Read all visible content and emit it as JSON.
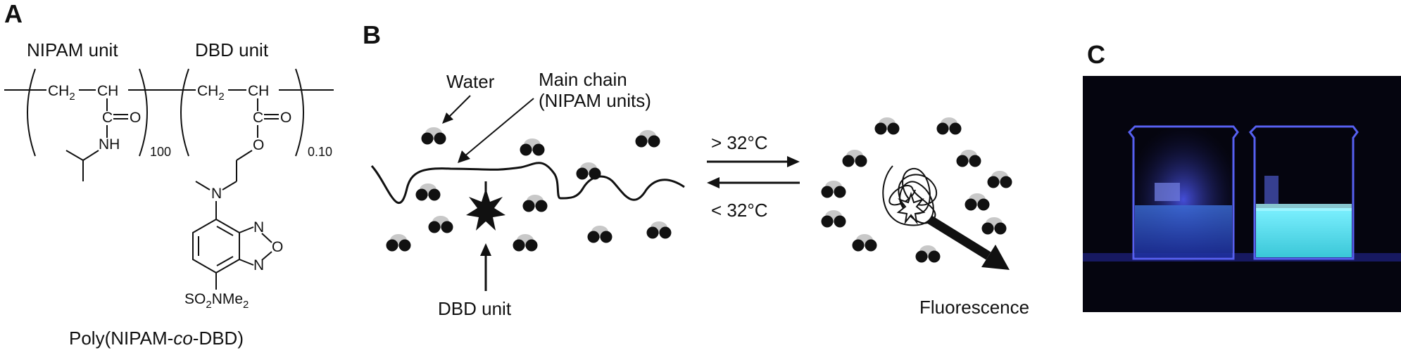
{
  "panels": {
    "a": "A",
    "b": "B",
    "c": "C"
  },
  "panel_a": {
    "nipam_unit_label": "NIPAM unit",
    "dbd_unit_label": "DBD unit",
    "ch2": "CH",
    "ch2_sub": "2",
    "ch": "CH",
    "carbonyl_c": "C",
    "carbonyl_o": "O",
    "nh": "NH",
    "ester_o": "O",
    "subscript_nipam": "100",
    "subscript_dbd": "0.10",
    "amine_n": "N",
    "ring_n_top": "N",
    "ring_o": "O",
    "ring_n_bottom": "N",
    "sulfonamide_prefix": "SO",
    "sulfonamide_sub1": "2",
    "sulfonamide_mid": "NMe",
    "sulfonamide_sub2": "2",
    "polymer_prefix": "Poly(NIPAM-",
    "polymer_italic": "co",
    "polymer_suffix": "-DBD)"
  },
  "panel_b": {
    "water_label": "Water",
    "main_chain_line1": "Main chain",
    "main_chain_line2": "(NIPAM units)",
    "dbd_unit_label": "DBD unit",
    "forward_label": "> 32°C",
    "reverse_label": "< 32°C",
    "fluorescence_label": "Fluorescence"
  },
  "colors": {
    "ink": "#111111",
    "water_halo": "#c8c8c8",
    "photo_background": "#05050f",
    "uv_glow": "#3a44d8",
    "fluorescent_liquid": "#5ae0ee"
  }
}
